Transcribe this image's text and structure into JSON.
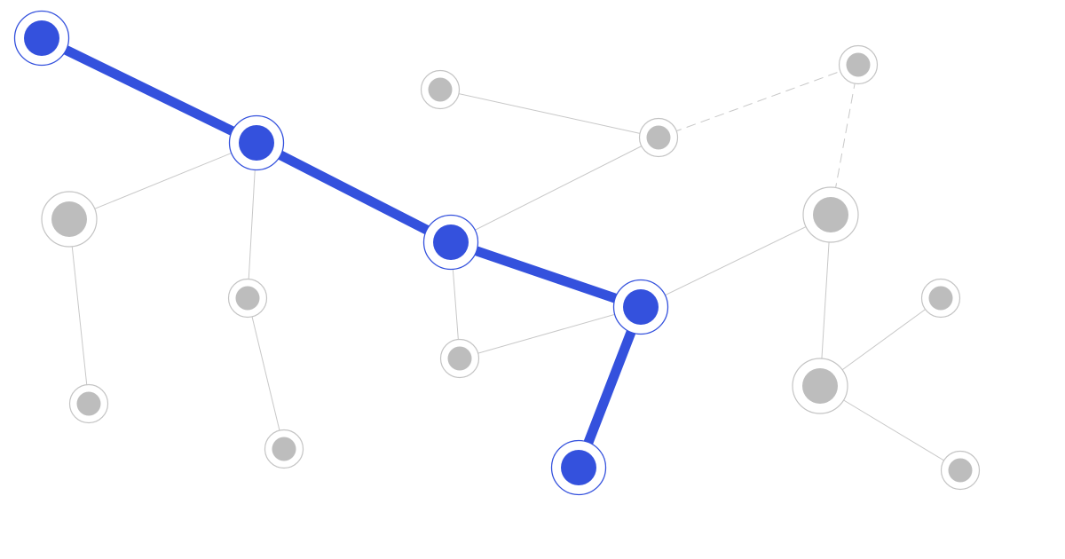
{
  "graph": {
    "colors": {
      "highlight": "#3451dd",
      "node_fill": "#bdbdbd",
      "node_ring": "#c4c4c4",
      "edge": "#c8c8c8",
      "background": "#ffffff"
    },
    "nodes": [
      {
        "id": "n1",
        "size": "large",
        "highlighted": true
      },
      {
        "id": "n2",
        "size": "large",
        "highlighted": true
      },
      {
        "id": "n3",
        "size": "large",
        "highlighted": true
      },
      {
        "id": "n4",
        "size": "large",
        "highlighted": true
      },
      {
        "id": "n5",
        "size": "large",
        "highlighted": true
      },
      {
        "id": "n6",
        "size": "large",
        "highlighted": false
      },
      {
        "id": "n7",
        "size": "small",
        "highlighted": false
      },
      {
        "id": "n8",
        "size": "small",
        "highlighted": false
      },
      {
        "id": "n9",
        "size": "small",
        "highlighted": false
      },
      {
        "id": "n10",
        "size": "small",
        "highlighted": false
      },
      {
        "id": "n11",
        "size": "small",
        "highlighted": false
      },
      {
        "id": "n12",
        "size": "small",
        "highlighted": false
      },
      {
        "id": "n13",
        "size": "large",
        "highlighted": false
      },
      {
        "id": "n14",
        "size": "small",
        "highlighted": false
      },
      {
        "id": "n15",
        "size": "large",
        "highlighted": false
      },
      {
        "id": "n16",
        "size": "small",
        "highlighted": false
      },
      {
        "id": "n17",
        "size": "small",
        "highlighted": false
      }
    ],
    "edges": [
      {
        "from": "n1",
        "to": "n2",
        "style": "highlighted"
      },
      {
        "from": "n2",
        "to": "n3",
        "style": "highlighted"
      },
      {
        "from": "n3",
        "to": "n4",
        "style": "highlighted"
      },
      {
        "from": "n4",
        "to": "n5",
        "style": "highlighted"
      },
      {
        "from": "n2",
        "to": "n6",
        "style": "solid"
      },
      {
        "from": "n6",
        "to": "n7",
        "style": "solid"
      },
      {
        "from": "n2",
        "to": "n8",
        "style": "solid"
      },
      {
        "from": "n8",
        "to": "n9",
        "style": "solid"
      },
      {
        "from": "n10",
        "to": "n11",
        "style": "solid"
      },
      {
        "from": "n11",
        "to": "n3",
        "style": "solid"
      },
      {
        "from": "n11",
        "to": "n12",
        "style": "dashed"
      },
      {
        "from": "n12",
        "to": "n13",
        "style": "dashed"
      },
      {
        "from": "n3",
        "to": "n14",
        "style": "solid"
      },
      {
        "from": "n14",
        "to": "n4",
        "style": "solid"
      },
      {
        "from": "n4",
        "to": "n13",
        "style": "solid"
      },
      {
        "from": "n13",
        "to": "n15",
        "style": "solid"
      },
      {
        "from": "n15",
        "to": "n16",
        "style": "solid"
      },
      {
        "from": "n15",
        "to": "n17",
        "style": "solid"
      }
    ]
  }
}
